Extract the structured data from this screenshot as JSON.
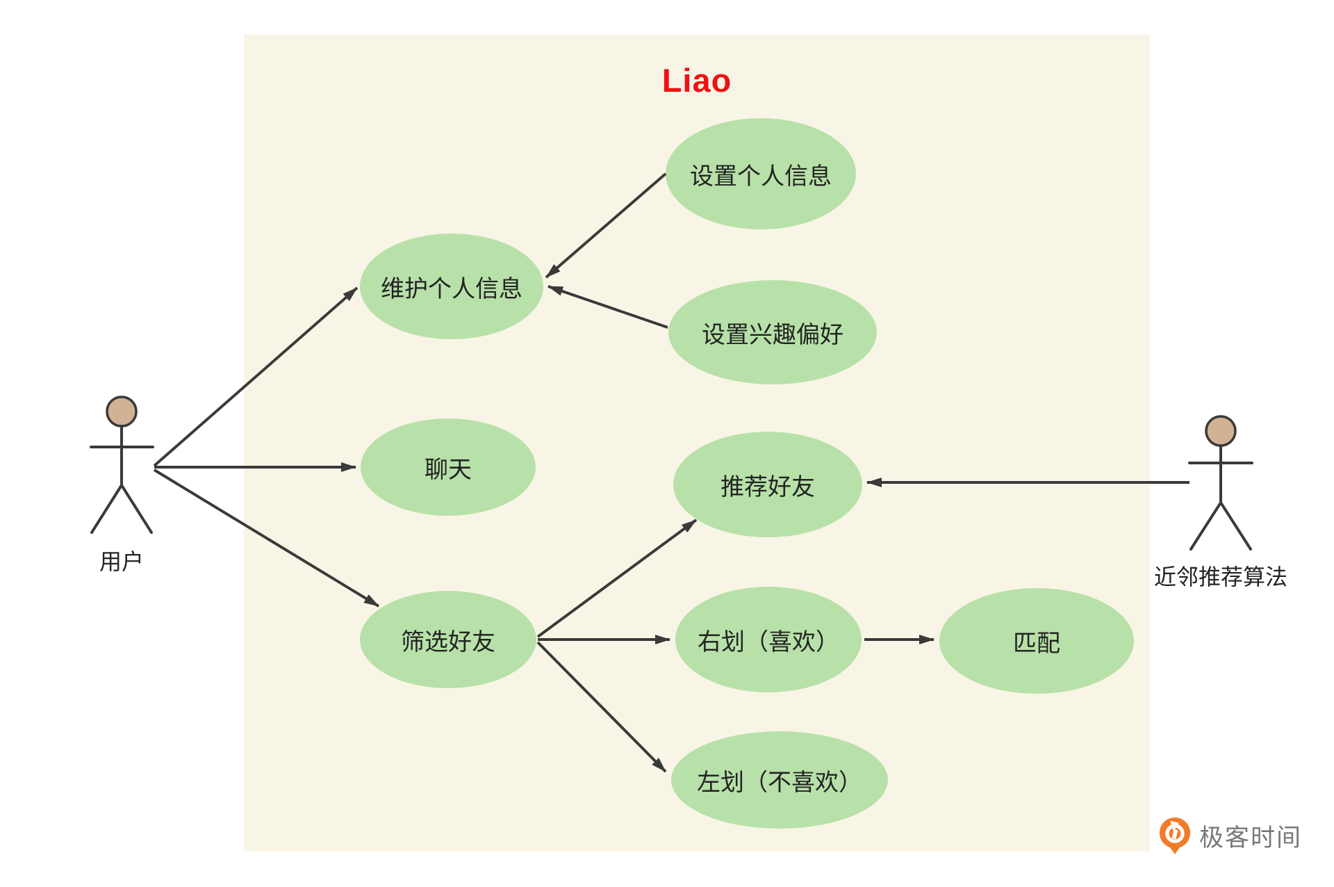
{
  "title": {
    "text": "Liao",
    "color": "#ee1111"
  },
  "actors": {
    "user": {
      "label": "用户"
    },
    "algorithm": {
      "label": "近邻推荐算法"
    }
  },
  "use_cases": {
    "set_profile": {
      "label": "设置个人信息"
    },
    "maintain_profile": {
      "label": "维护个人信息"
    },
    "set_interests": {
      "label": "设置兴趣偏好"
    },
    "chat": {
      "label": "聊天"
    },
    "recommend_friends": {
      "label": "推荐好友"
    },
    "filter_friends": {
      "label": "筛选好友"
    },
    "swipe_right": {
      "label": "右划（喜欢）"
    },
    "match": {
      "label": "匹配"
    },
    "swipe_left": {
      "label": "左划（不喜欢）"
    }
  },
  "relations": [
    {
      "from": "user",
      "to": "maintain_profile"
    },
    {
      "from": "user",
      "to": "chat"
    },
    {
      "from": "user",
      "to": "filter_friends"
    },
    {
      "from": "set_profile",
      "to": "maintain_profile"
    },
    {
      "from": "set_interests",
      "to": "maintain_profile"
    },
    {
      "from": "filter_friends",
      "to": "recommend_friends"
    },
    {
      "from": "filter_friends",
      "to": "swipe_right"
    },
    {
      "from": "filter_friends",
      "to": "swipe_left"
    },
    {
      "from": "swipe_right",
      "to": "match"
    },
    {
      "from": "algorithm",
      "to": "recommend_friends"
    }
  ],
  "watermark": {
    "brand": "极客时间"
  },
  "colors": {
    "boundary_fill": "#f9f5e6",
    "ellipse_fill": "#b7e1a8",
    "line": "#3a3a3a",
    "actor_head_fill": "#d2b294",
    "title": "#ee1111",
    "logo_orange": "#f07c2a",
    "logo_text_gray": "#77787a"
  }
}
